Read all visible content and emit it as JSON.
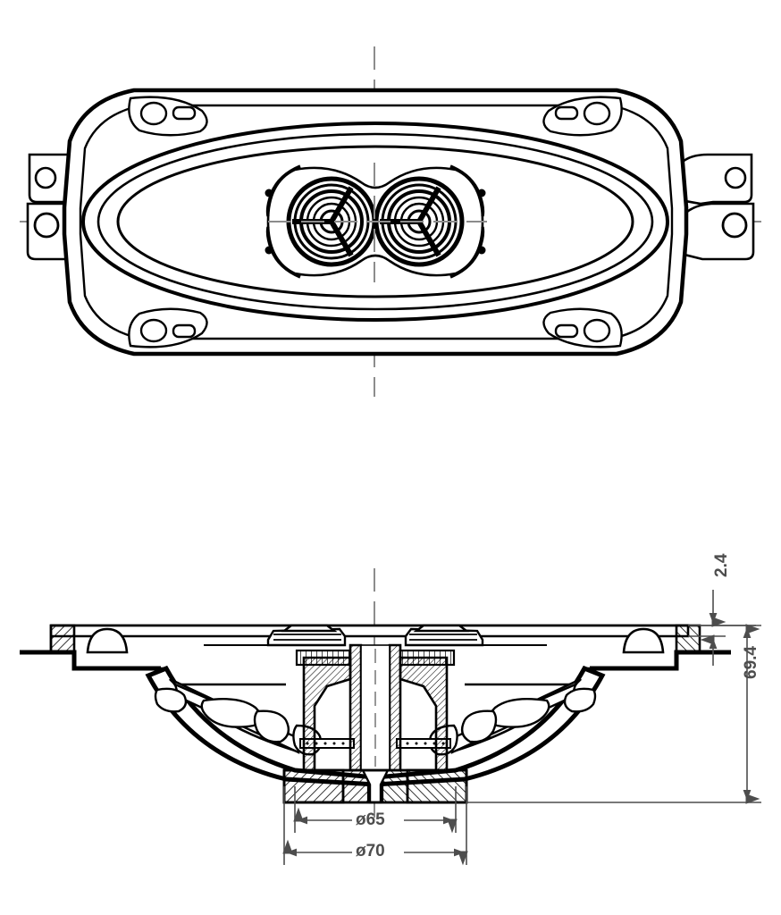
{
  "drawing": {
    "type": "engineering-drawing",
    "subject": "coaxial loudspeaker",
    "views": [
      {
        "name": "plan-view",
        "label": ""
      },
      {
        "name": "section-view",
        "label": ""
      }
    ],
    "line_color": "#000000",
    "centerline_color": "#808080",
    "dimension_color": "#4d4d4d",
    "background_color": "#ffffff"
  },
  "dimensions": {
    "thickness": "2.4",
    "height": "69.4",
    "bore_inner": "ø65",
    "bore_outer": "ø70"
  },
  "plan_view": {
    "tweeter_count": 2,
    "tweeter_spokes": 3,
    "mount_tabs": 4,
    "corner_bosses": 4
  },
  "section_view": {
    "vent_cutouts_per_side": 4,
    "hatched_regions": 8
  }
}
